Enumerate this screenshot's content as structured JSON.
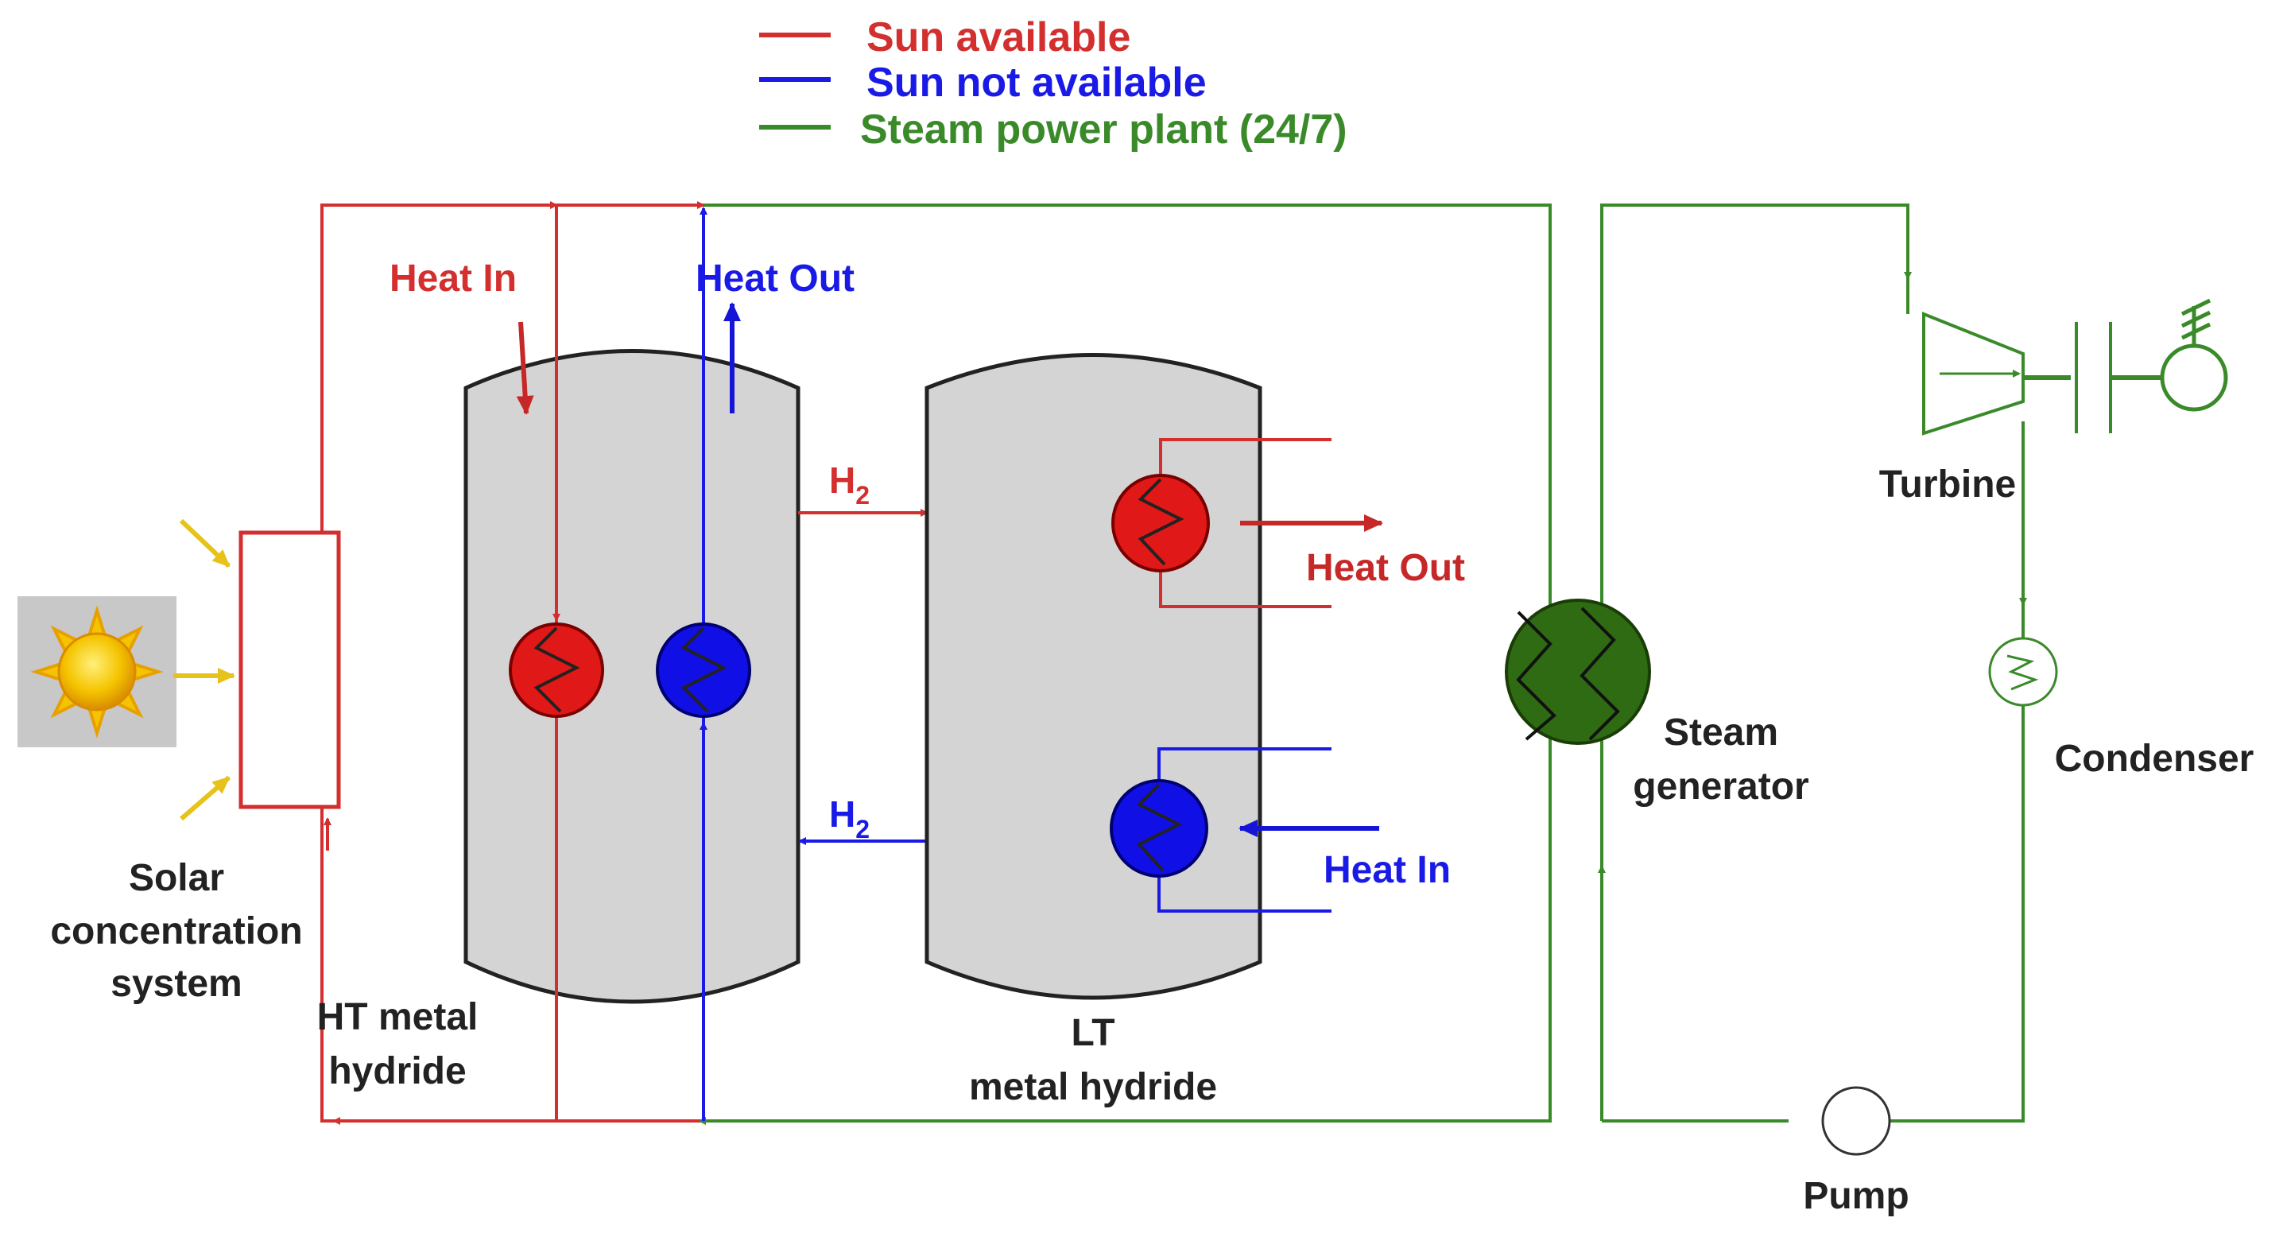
{
  "legend": {
    "sun_available": "Sun available",
    "sun_not_available": "Sun not available",
    "steam_power_plant": "Steam power plant (24/7)"
  },
  "labels": {
    "solar_line1": "Solar",
    "solar_line2": "concentration",
    "solar_line3": "system",
    "ht_line1": "HT metal",
    "ht_line2": "hydride",
    "lt_line1": "LT",
    "lt_line2": "metal hydride",
    "heat_in_ht": "Heat In",
    "heat_out_ht": "Heat Out",
    "heat_out_lt": "Heat Out",
    "heat_in_lt": "Heat In",
    "h2": "H",
    "h2_sub": "2",
    "steam_line1": "Steam",
    "steam_line2": "generator",
    "turbine": "Turbine",
    "condenser": "Condenser",
    "pump": "Pump"
  },
  "colors": {
    "sun_available": "#d32f2f",
    "sun_not_available": "#1a1ae6",
    "steam_power_plant": "#3a8a2a",
    "tank_fill": "#d4d4d4",
    "steam_generator_fill": "#2e6b12"
  }
}
